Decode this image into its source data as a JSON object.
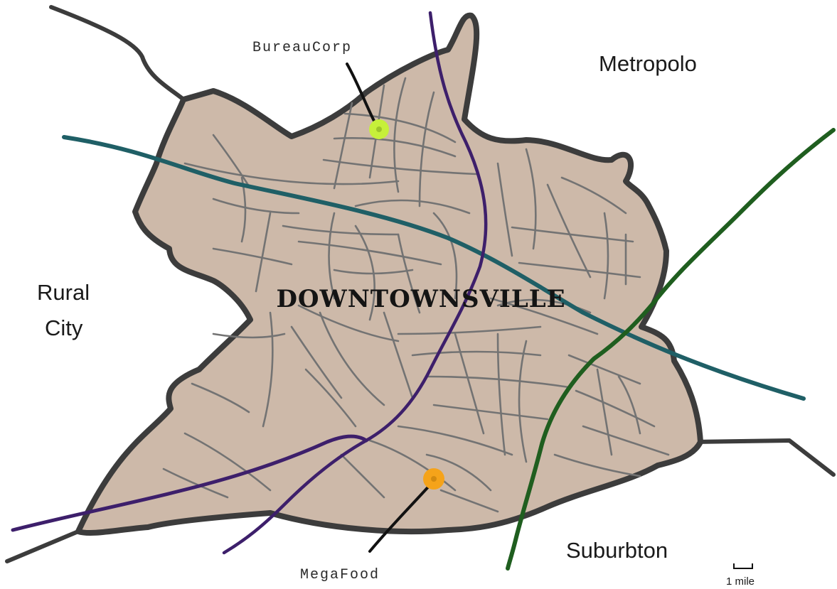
{
  "map": {
    "city_name": "DOWNTOWNSVILLE",
    "neighbors": {
      "north_east": "Metropolo",
      "west_line1": "Rural",
      "west_line2": "City",
      "south_east": "Suburbton"
    },
    "points_of_interest": {
      "north": {
        "label": "BureauCorp",
        "color": "#c6f03a"
      },
      "south": {
        "label": "MegaFood",
        "color": "#f5a31a"
      }
    },
    "scale": {
      "label": "1 mile"
    },
    "colors": {
      "city_fill": "#cdb9a9",
      "city_border": "#3c3c3c",
      "streets": "#737373",
      "river_teal": "#1f5f66",
      "rail_purple": "#3d1f6b",
      "highway_green": "#1f5e1f"
    }
  }
}
